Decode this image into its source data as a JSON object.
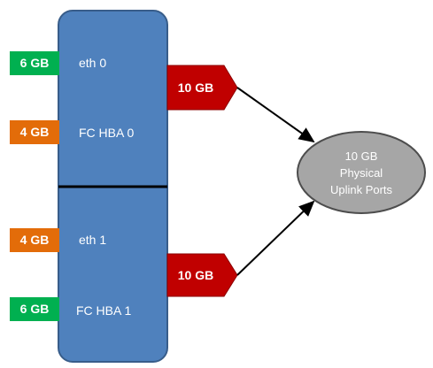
{
  "colors": {
    "adapter_fill": "#4f81bd",
    "adapter_stroke": "#385d8a",
    "divider": "#000000",
    "green_tag": "#00b050",
    "orange_tag": "#e36c09",
    "red_arrow": "#c00000",
    "red_arrow_stroke": "#8b0000",
    "uplink_fill": "#a6a6a6",
    "uplink_stroke": "#4d4d4d",
    "connector": "#000000",
    "text_white": "#ffffff",
    "text_dark": "#000000"
  },
  "adapter": {
    "top": {
      "eth_label": "eth 0",
      "eth_bandwidth": "6 GB",
      "fc_label": "FC HBA 0",
      "fc_bandwidth": "4 GB",
      "uplink_bandwidth": "10 GB"
    },
    "bottom": {
      "eth_label": "eth 1",
      "eth_bandwidth": "4 GB",
      "fc_label": "FC HBA 1",
      "fc_bandwidth": "6 GB",
      "uplink_bandwidth": "10 GB"
    }
  },
  "uplink": {
    "line1": "10 GB",
    "line2": "Physical",
    "line3": "Uplink Ports"
  }
}
